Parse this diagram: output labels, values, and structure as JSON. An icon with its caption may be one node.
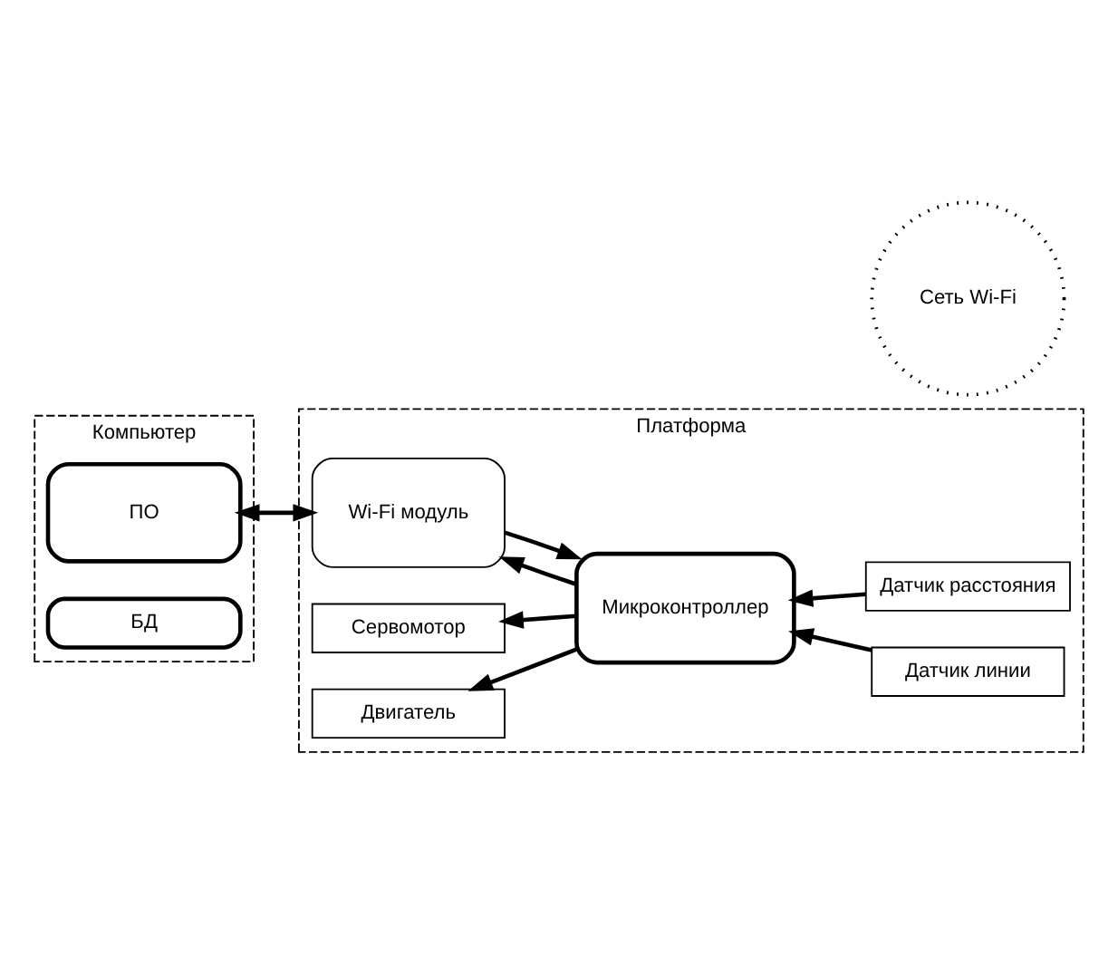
{
  "diagram": {
    "nodes": [
      {
        "text": [
          "Платформа"
        ]
      },
      {
        "text": [
          "Двигатель"
        ],
        "in": 0
      },
      {
        "text": [
          "Сервомотор"
        ],
        "in": 0
      },
      {
        "text": [
          "Микроконтроллер"
        ],
        "in": 0
      },
      {
        "text": [
          "Wi-Fi модуль"
        ],
        "in": 0
      },
      {
        "text": [
          "Датчик расстояния"
        ],
        "in": 0
      },
      {
        "text": [
          "Датчик линии"
        ],
        "in": 0
      },
      {
        "text": [
          "Компьютер"
        ]
      },
      {
        "text": [
          "ПО"
        ],
        "in": 7
      },
      {
        "text": [
          "БД"
        ],
        "in": 7
      },
      {
        "text": [
          "Сеть Wi-Fi"
        ]
      }
    ],
    "edges": [
      {
        "from": 3,
        "to": 1,
        "arrow": "to"
      },
      {
        "from": 3,
        "to": 2,
        "arrow": "to"
      },
      {
        "from": 3,
        "to": 4,
        "arrow": "to"
      },
      {
        "from": 4,
        "to": 3,
        "arrow": "to"
      },
      {
        "from": 5,
        "to": 3,
        "arrow": "to"
      },
      {
        "from": 6,
        "to": 3,
        "arrow": "to"
      },
      {
        "from": 4,
        "to": 8,
        "arrow": "both"
      }
    ]
  }
}
